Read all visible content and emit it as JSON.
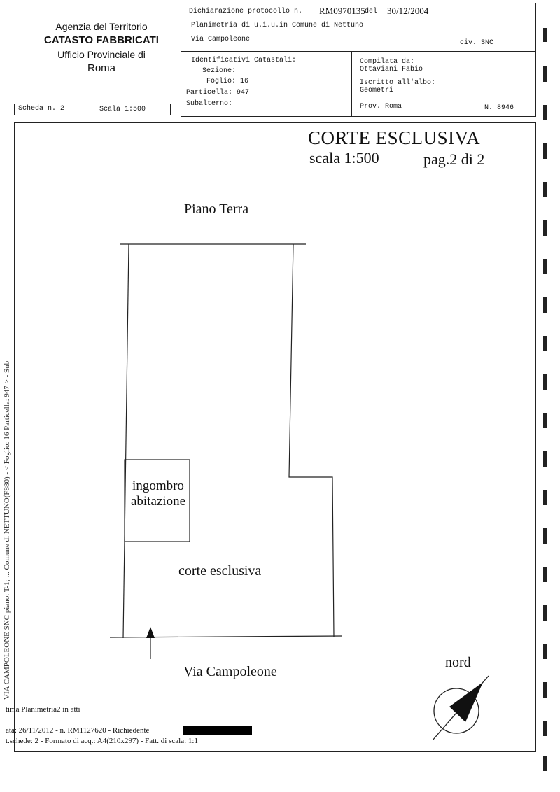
{
  "agency": {
    "line1": "Agenzia del Territorio",
    "line2": "CATASTO FABBRICATI",
    "line3": "Ufficio Provinciale di",
    "line4": "Roma"
  },
  "header": {
    "dichiarazione_label": "Dichiarazione protocollo n.",
    "protocollo": "RM0970135",
    "del_label": "del",
    "data": "30/12/2004",
    "planimetria": "Planimetria di u.i.u.in Comune di Nettuno",
    "via": "Via Campoleone",
    "civico": "civ. SNC",
    "identificativi": "Identificativi Catastali:",
    "sezione": "Sezione:",
    "foglio": "Foglio: 16",
    "particella": "Particella: 947",
    "subalterno": "Subalterno:",
    "compilata_da": "Compilata da:",
    "compilatore": "Ottaviani Fabio",
    "iscritto": "Iscritto all'albo:",
    "albo": "Geometri",
    "prov": "Prov. Roma",
    "numero": "N.  8946",
    "scheda": "Scheda n. 2",
    "scala": "Scala 1:500"
  },
  "drawing": {
    "title": "CORTE ESCLUSIVA",
    "scala": "scala 1:500",
    "pagina": "pag.2 di 2",
    "piano": "Piano Terra",
    "ingombro_line1": "ingombro",
    "ingombro_line2": "abitazione",
    "corte": "corte esclusiva",
    "strada": "Via Campoleone",
    "nord": "nord"
  },
  "side_text": "VIA CAMPOLEONE SNC piano: T-1; ... Comune di NETTUNO(F880) - < Foglio: 16 Particella: 947 > - Sub",
  "footer": {
    "line1": "tima Planimetria2 in atti",
    "line2_prefix": "ata: 26/11/2012 -  n. RM1127620 - Richiedente",
    "line3": "t.schede: 2 - Formato di acq.: A4(210x297) - Fatt. di scala: 1:1"
  }
}
